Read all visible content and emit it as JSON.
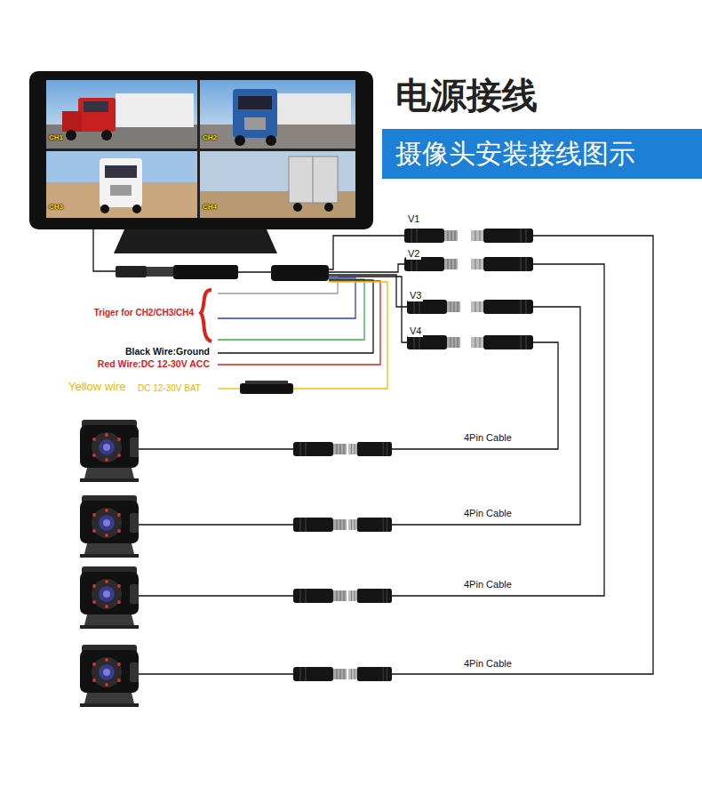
{
  "diagram": {
    "title": "电源接线",
    "nodes": [
      {
        "text": [
          "摄像头安装接线图示"
        ]
      }
    ],
    "labels": [
      "CH1",
      "CH2",
      "CH3",
      "CH4",
      "V1",
      "V2",
      "V3",
      "V4",
      "Triger for CH2/CH3/CH4",
      "Black Wire:Ground",
      "Red Wire:DC 12-30V ACC",
      "Yellow wire",
      "DC 12-30V BAT",
      "4Pin Cable",
      "4Pin Cable",
      "4Pin Cable",
      "4Pin Cable"
    ]
  }
}
